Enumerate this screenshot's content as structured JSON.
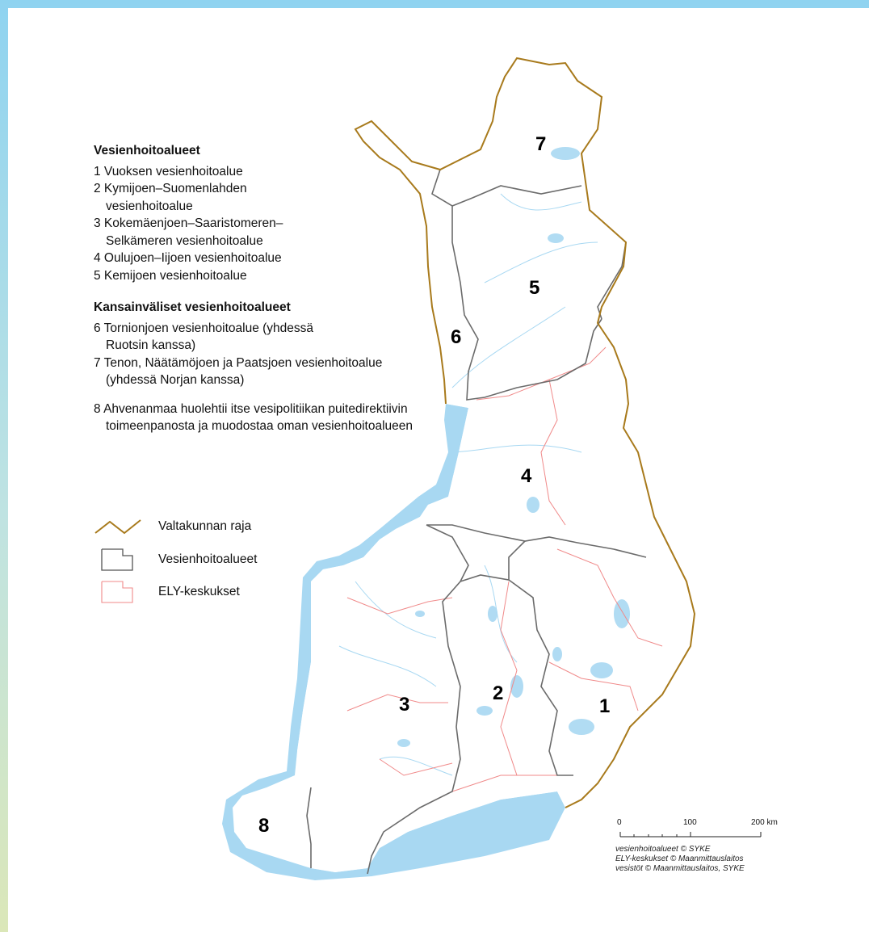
{
  "legend": {
    "title1": "Vesienhoitoalueet",
    "items1": [
      "1 Vuoksen vesienhoitoalue",
      "2 Kymijoen–Suomenlahden vesienhoitoalue",
      "3 Kokemäenjoen–Saaristomeren–Selkämeren vesienhoitoalue",
      "4 Oulujoen–Iijoen vesienhoitoalue",
      "5 Kemijoen vesienhoitoalue"
    ],
    "title2": "Kansainväliset vesienhoitoalueet",
    "items2": [
      "6 Tornionjoen vesienhoitoalue (yhdessä Ruotsin kanssa)",
      "7 Tenon, Näätämöjoen ja Paatsjoen vesienhoitoalue (yhdessä Norjan kanssa)"
    ],
    "item8": "8 Ahvenanmaa huolehtii itse vesipolitiikan puitedirektiivin toimeenpanosta ja muodostaa oman vesienhoitoalueen"
  },
  "symbols": {
    "border": "Valtakunnan raja",
    "regions": "Vesienhoitoalueet",
    "ely": "ELY-keskukset"
  },
  "regions": {
    "r1": "1",
    "r2": "2",
    "r3": "3",
    "r4": "4",
    "r5": "5",
    "r6": "6",
    "r7": "7",
    "r8": "8"
  },
  "scale": {
    "t0": "0",
    "t100": "100",
    "t200": "200 km"
  },
  "credits": {
    "line1": "vesienhoitoalueet © SYKE",
    "line2": "ELY-keskukset © Maanmittauslaitos",
    "line3": "vesistöt © Maanmittauslaitos, SYKE"
  },
  "colors": {
    "sea": "#a8d8f2",
    "border": "#a87a1c",
    "regionLine": "#6b6b6b",
    "elyLine": "#f08a8a",
    "lakes": "#a8d8f2"
  }
}
